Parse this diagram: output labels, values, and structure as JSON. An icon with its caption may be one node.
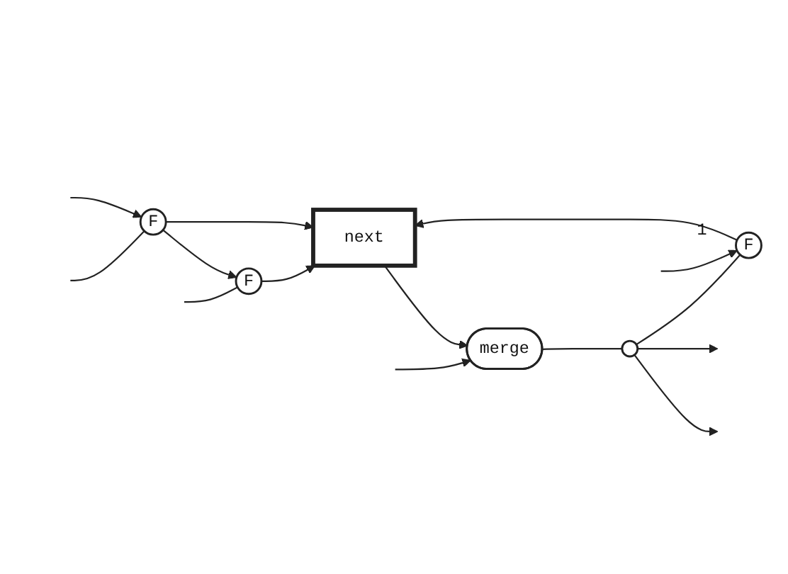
{
  "diagram": {
    "nodes": [
      {
        "text": [
          "F"
        ]
      },
      {
        "text": [
          "F"
        ]
      },
      {
        "text": [
          "next"
        ]
      },
      {
        "text": [
          "F"
        ],
        "beside": [
          "1"
        ]
      },
      {
        "text": [
          "merge"
        ]
      },
      {
        "text": [],
        "shape": "circle"
      }
    ],
    "edges": [
      {
        "from": null,
        "to": 0,
        "arrow": "none"
      },
      {
        "from": 1,
        "to": 0,
        "arrow": "to"
      },
      {
        "from": 0,
        "to": 2,
        "arrow": "to"
      },
      {
        "from": 1,
        "to": 2,
        "arrow": "to"
      },
      {
        "from": null,
        "to": 1,
        "arrow": "none"
      },
      {
        "from": null,
        "to": 1,
        "arrow": "to"
      },
      {
        "from": 3,
        "to": 2,
        "arrow": "to"
      },
      {
        "from": null,
        "to": 3,
        "arrow": "to"
      },
      {
        "from": 2,
        "to": 4,
        "arrow": "to"
      },
      {
        "from": null,
        "to": 4,
        "arrow": "to"
      },
      {
        "from": 4,
        "to": 5,
        "arrow": "none"
      },
      {
        "from": 5,
        "to": null,
        "arrow": "to"
      },
      {
        "from": 5,
        "to": null,
        "arrow": "to"
      },
      {
        "from": 5,
        "to": 3,
        "arrow": "none"
      }
    ]
  }
}
